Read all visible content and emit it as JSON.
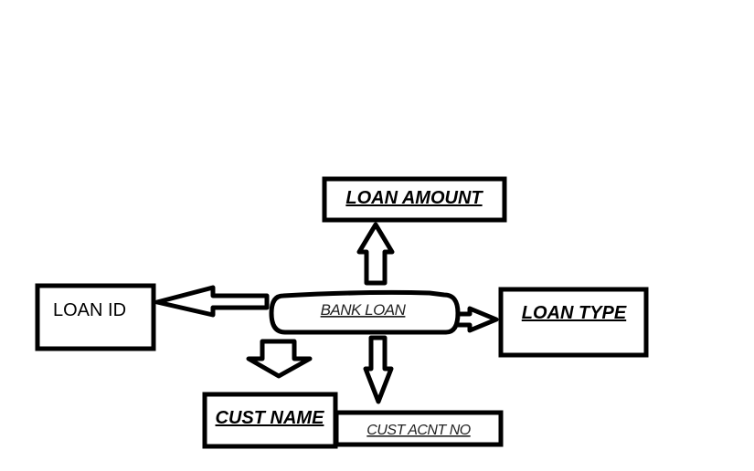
{
  "diagram": {
    "center": {
      "label": "BANK LOAN"
    },
    "nodes": {
      "loan_amount": {
        "label": "LOAN AMOUNT"
      },
      "loan_id": {
        "label": "LOAN ID"
      },
      "loan_type": {
        "label": "LOAN TYPE"
      },
      "cust_name": {
        "label": "CUST NAME"
      },
      "cust_acnt_no": {
        "label": "CUST ACNT NO"
      }
    },
    "colors": {
      "stroke": "#000000",
      "background": "#ffffff"
    }
  }
}
